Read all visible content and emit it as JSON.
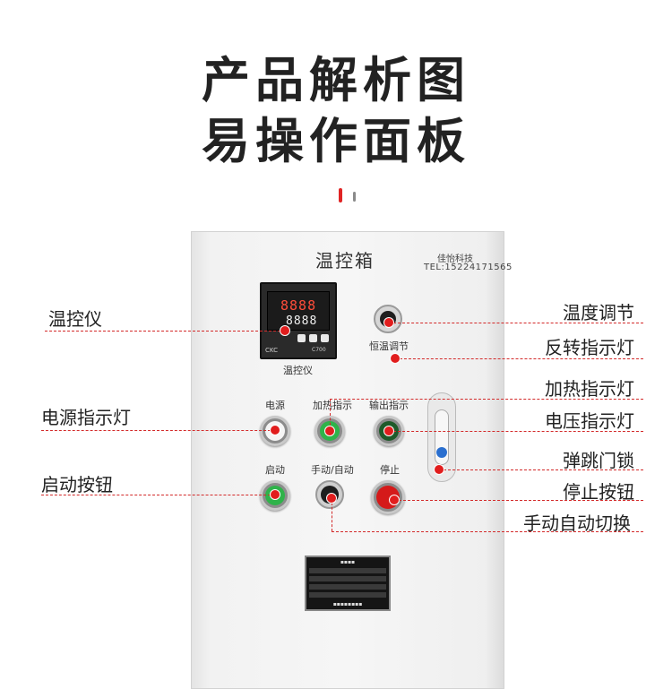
{
  "heading": {
    "line1": "产品解析图",
    "line2": "易操作面板"
  },
  "accent_colors": {
    "red": "#e02424",
    "gray": "#8a8a8a"
  },
  "panel": {
    "title": "温控箱",
    "company": "佳怡科技",
    "tel": "TEL:15224171565",
    "controller": {
      "pv": "8888",
      "sv": "8888",
      "brand": "CKC",
      "model": "C700",
      "label": "温控仪"
    },
    "knob_label": "恒温调节",
    "row1_labels": [
      "电源",
      "加热指示",
      "输出指示"
    ],
    "row2_labels": [
      "启动",
      "手动/自动",
      "停止"
    ]
  },
  "callouts_left": [
    "温控仪",
    "电源指示灯",
    "启动按钮"
  ],
  "callouts_right": [
    "温度调节",
    "反转指示灯",
    "加热指示灯",
    "电压指示灯",
    "弹跳门锁",
    "停止按钮",
    "手动自动切换"
  ],
  "marker_color": "#e11d1d",
  "line_color": "#d32a2a"
}
